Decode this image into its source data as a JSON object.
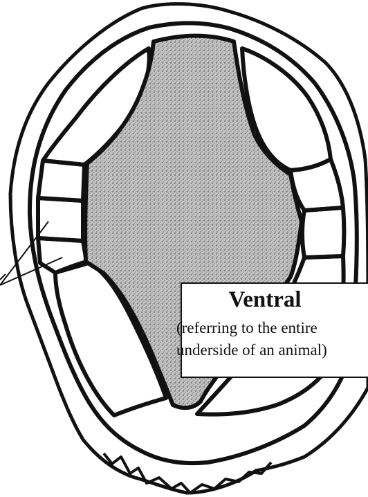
{
  "label": {
    "title": "Ventral",
    "desc_line1": "(referring to the entire",
    "desc_line2": "underside of an animal)"
  },
  "colors": {
    "ink": "#111111",
    "stipple": "#b9b9b9",
    "background": "#ffffff"
  },
  "icons": {
    "plastron": "turtle-plastron-outline",
    "pointer": "pointer-lines"
  }
}
